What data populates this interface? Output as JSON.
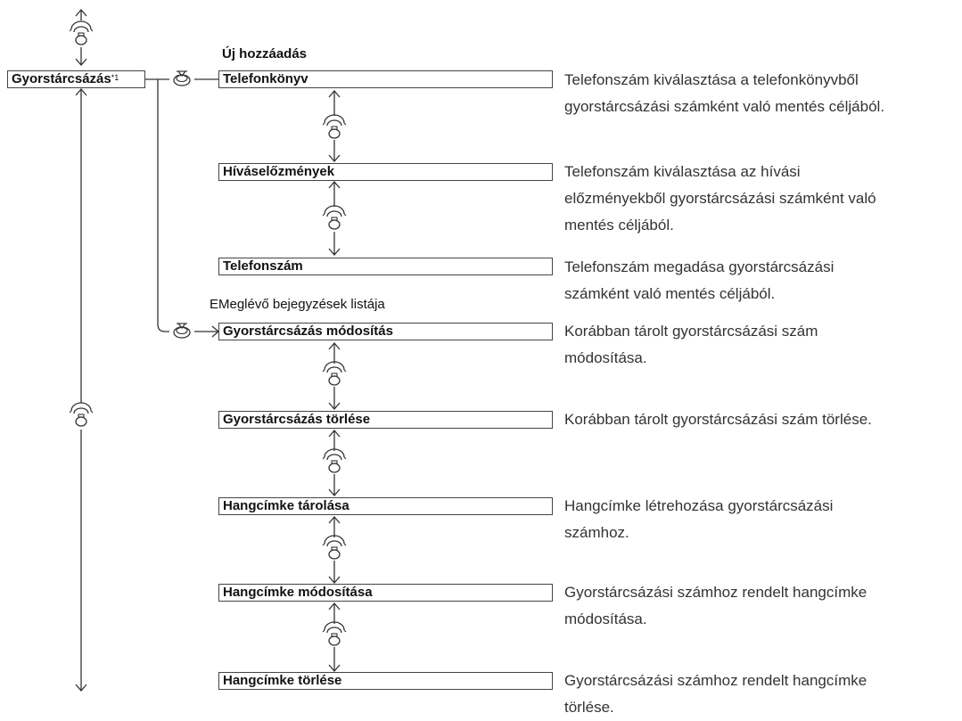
{
  "root": {
    "label": "Gyorstárcsázás",
    "sup": "*1"
  },
  "groups": [
    {
      "header": "Új hozzáadás",
      "header_bold": true
    },
    {
      "header": "EMeglévő bejegyzések listája",
      "header_bold": false
    }
  ],
  "items": [
    {
      "label": "Telefonkönyv",
      "desc": [
        "Telefonszám kiválasztása a telefonkönyvből",
        "gyorstárcsázási számként való mentés céljából."
      ]
    },
    {
      "label": "Híváselőzmények",
      "desc": [
        "Telefonszám kiválasztása az hívási",
        "előzményekből gyorstárcsázási számként való",
        "mentés céljából."
      ]
    },
    {
      "label": "Telefonszám",
      "desc": [
        "Telefonszám megadása gyorstárcsázási",
        "számként való mentés céljából."
      ]
    },
    {
      "label": "Gyorstárcsázás módosítás",
      "desc": [
        "Korábban tárolt gyorstárcsázási szám",
        "módosítása."
      ]
    },
    {
      "label": "Gyorstárcsázás törlése",
      "desc": [
        "Korábban tárolt gyorstárcsázási szám törlése."
      ]
    },
    {
      "label": "Hangcímke tárolása",
      "desc": [
        "Hangcímke létrehozása gyorstárcsázási",
        "számhoz."
      ]
    },
    {
      "label": "Hangcímke módosítása",
      "desc": [
        "Gyorstárcsázási számhoz rendelt hangcímke",
        "módosítása."
      ]
    },
    {
      "label": "Hangcímke törlése",
      "desc": [
        "Gyorstárcsázási számhoz rendelt hangcímke",
        "törlése."
      ]
    }
  ],
  "icons": {
    "rotate": "rotate-knob-icon",
    "press": "press-knob-icon"
  },
  "colors": {
    "line": "#333333",
    "box_border": "#444444",
    "text": "#222222"
  }
}
